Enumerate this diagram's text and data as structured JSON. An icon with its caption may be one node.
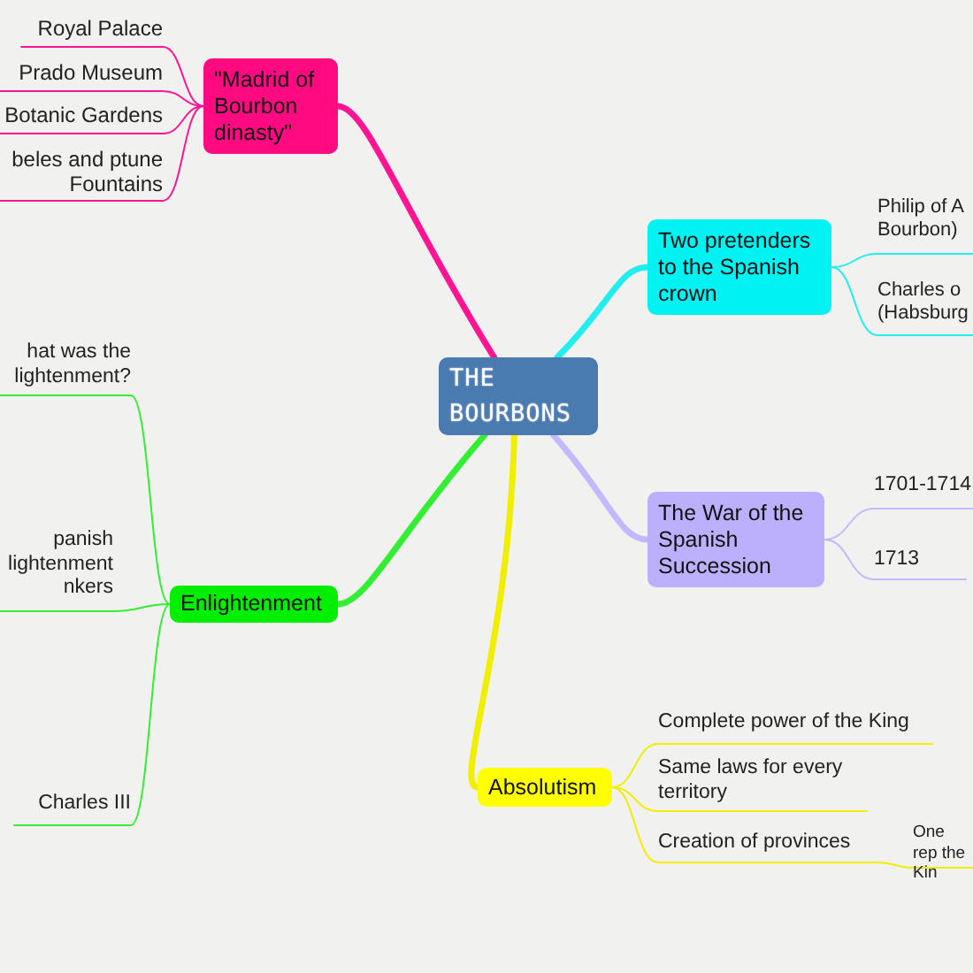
{
  "diagram": {
    "nodes": [
      {
        "text": [
          "THE BOURBONS"
        ]
      },
      {
        "text": [
          "\"Madrid of Bourbon dinasty\""
        ]
      },
      {
        "text": [
          "Royal Palace"
        ]
      },
      {
        "text": [
          "Prado Museum"
        ]
      },
      {
        "text": [
          "Botanic Gardens"
        ]
      },
      {
        "text": [
          "beles and ptune Fountains"
        ]
      },
      {
        "text": [
          "Two pretenders to the Spanish crown"
        ]
      },
      {
        "text": [
          "Philip of A Bourbon)"
        ]
      },
      {
        "text": [
          "Charles o (Habsburg"
        ]
      },
      {
        "text": [
          "The War of the Spanish Succession"
        ]
      },
      {
        "text": [
          "1701-1714"
        ]
      },
      {
        "text": [
          "1713"
        ]
      },
      {
        "text": [
          "Enlightenment"
        ]
      },
      {
        "text": [
          "hat was the lightenment?"
        ]
      },
      {
        "text": [
          "panish lightenment nkers"
        ]
      },
      {
        "text": [
          "Charles III"
        ]
      },
      {
        "text": [
          "Absolutism"
        ]
      },
      {
        "text": [
          "Complete power of the King"
        ]
      },
      {
        "text": [
          "Same laws for every territory"
        ]
      },
      {
        "text": [
          "Creation of provinces"
        ]
      },
      {
        "text": [
          "One rep the Kin"
        ]
      }
    ],
    "edges": [
      {
        "from": 0,
        "to": 1,
        "arrow": "none",
        "style": "thick",
        "color": "#ff1493"
      },
      {
        "from": 1,
        "to": 2,
        "arrow": "none",
        "color": "#ff1493"
      },
      {
        "from": 1,
        "to": 3,
        "arrow": "none",
        "color": "#ff1493"
      },
      {
        "from": 1,
        "to": 4,
        "arrow": "none",
        "color": "#ff1493"
      },
      {
        "from": 1,
        "to": 5,
        "arrow": "none",
        "color": "#ff1493"
      },
      {
        "from": 0,
        "to": 6,
        "arrow": "none",
        "style": "thick",
        "color": "#22eef0"
      },
      {
        "from": 6,
        "to": 7,
        "arrow": "none",
        "color": "#22eef0"
      },
      {
        "from": 6,
        "to": 8,
        "arrow": "none",
        "color": "#22eef0"
      },
      {
        "from": 0,
        "to": 9,
        "arrow": "none",
        "style": "thick",
        "color": "#c4b8ff"
      },
      {
        "from": 9,
        "to": 10,
        "arrow": "none",
        "color": "#c4b8ff"
      },
      {
        "from": 9,
        "to": 11,
        "arrow": "none",
        "color": "#c4b8ff"
      },
      {
        "from": 0,
        "to": 12,
        "arrow": "none",
        "style": "thick",
        "color": "#33ee33"
      },
      {
        "from": 12,
        "to": 13,
        "arrow": "none",
        "color": "#33ee33"
      },
      {
        "from": 12,
        "to": 14,
        "arrow": "none",
        "color": "#33ee33"
      },
      {
        "from": 12,
        "to": 15,
        "arrow": "none",
        "color": "#33ee33"
      },
      {
        "from": 0,
        "to": 16,
        "arrow": "none",
        "style": "thick",
        "color": "#f2ee00"
      },
      {
        "from": 16,
        "to": 17,
        "arrow": "none",
        "color": "#f2ee00"
      },
      {
        "from": 16,
        "to": 18,
        "arrow": "none",
        "color": "#f2ee00"
      },
      {
        "from": 16,
        "to": 19,
        "arrow": "none",
        "color": "#f2ee00"
      },
      {
        "from": 19,
        "to": 20,
        "arrow": "none",
        "color": "#f2ee00"
      }
    ]
  }
}
